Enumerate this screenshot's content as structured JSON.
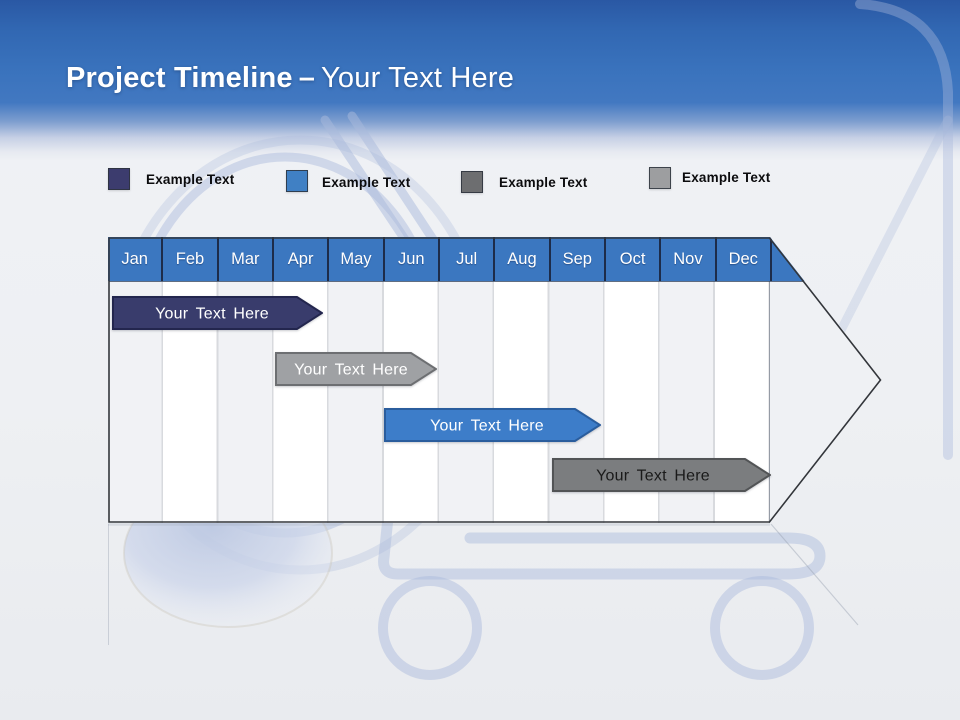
{
  "slide": {
    "title_bold": "Project Timeline",
    "title_dash": "–",
    "title_light": "Your Text Here"
  },
  "chart_data": {
    "type": "bar",
    "subtype": "gantt-style project timeline inside a right-pointing arrow banner",
    "title": "Project Timeline – Your Text Here",
    "months": [
      "Jan",
      "Feb",
      "Mar",
      "Apr",
      "May",
      "Jun",
      "Jul",
      "Aug",
      "Sep",
      "Oct",
      "Nov",
      "Dec"
    ],
    "header_fill": "#3b77c0",
    "header_text_color": "#ffffff",
    "gridlines": "vertical month separators, alternating light column shading",
    "legend": [
      {
        "label": "Example Text",
        "color": "#3c3c6e"
      },
      {
        "label": "Example Text",
        "color": "#4080c4"
      },
      {
        "label": "Example Text",
        "color": "#6d6e70"
      },
      {
        "label": "Example Text",
        "color": "#9d9ea0"
      }
    ],
    "bars": [
      {
        "label": "Your Text Here",
        "row": 1,
        "start_month_index": 0.0,
        "end_month_index": 3.9,
        "fill": "#393c6c",
        "border": "#23264e",
        "text_color": "#ffffff"
      },
      {
        "label": "Your Text Here",
        "row": 2,
        "start_month_index": 3.0,
        "end_month_index": 5.9,
        "fill": "#9fa1a4",
        "border": "#6d6f72",
        "text_color": "#ffffff"
      },
      {
        "label": "Your Text Here",
        "row": 3,
        "start_month_index": 5.0,
        "end_month_index": 8.9,
        "fill": "#3d7dc9",
        "border": "#2a5d9d",
        "text_color": "#ffffff"
      },
      {
        "label": "Your Text Here",
        "row": 4,
        "start_month_index": 8.0,
        "end_month_index": 12.0,
        "fill": "#7b7d7f",
        "border": "#525456",
        "text_color": "#1a1a1a"
      }
    ]
  }
}
